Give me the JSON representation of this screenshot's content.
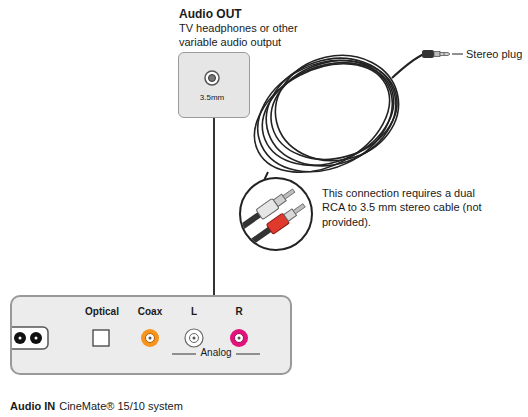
{
  "diagram": {
    "nodes": [
      {
        "text": [
          "Audio OUT",
          "TV headphones or other variable audio output",
          "3.5mm"
        ]
      },
      {
        "text": [
          "Optical",
          "Coax",
          "L",
          "R",
          "Analog",
          "Audio IN",
          "CineMate® 15/10 system"
        ]
      }
    ],
    "edges": [
      {
        "from": 0,
        "to": 1,
        "arrow": "none"
      }
    ],
    "labels": [
      "Stereo plug",
      "This connection requires a dual RCA to 3.5 mm stereo cable (not provided)."
    ]
  }
}
